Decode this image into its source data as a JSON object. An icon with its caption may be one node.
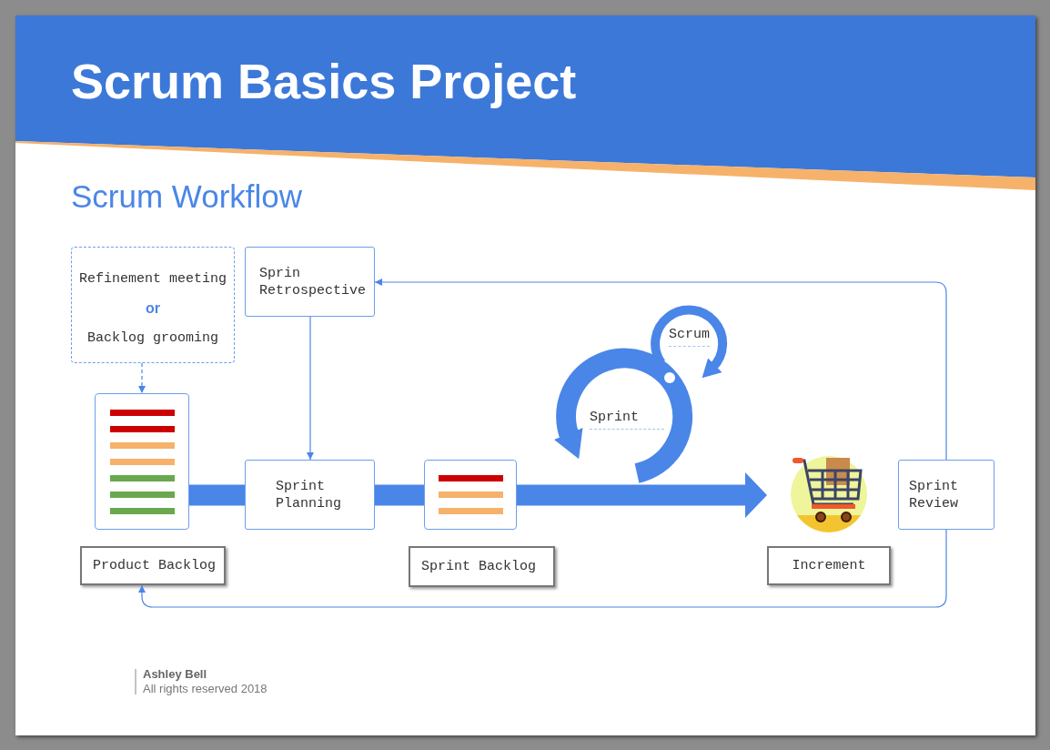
{
  "diagram": {
    "title": "Scrum Basics Project",
    "nodes": [
      {
        "text": [
          "Refinement meeting",
          "or",
          "Backlog grooming"
        ]
      },
      {
        "text": [
          "Sprin Retrospective"
        ]
      },
      {
        "text": [
          "Product Backlog"
        ]
      },
      {
        "text": [
          "Sprint Planning"
        ]
      },
      {
        "text": [
          "Sprint Backlog"
        ]
      },
      {
        "text": [
          "Increment"
        ]
      },
      {
        "text": [
          "Sprint Review"
        ]
      }
    ],
    "edges": [
      {
        "from": 0,
        "to": 2,
        "arrow": "to",
        "style": "dashed"
      },
      {
        "from": 1,
        "to": 3,
        "arrow": "to"
      },
      {
        "from": 2,
        "to": 3,
        "arrow": "none",
        "style": "thick"
      },
      {
        "from": 3,
        "to": 4,
        "arrow": "none",
        "style": "thick"
      },
      {
        "from": 4,
        "to": 5,
        "arrow": "to",
        "style": "thick"
      },
      {
        "from": 6,
        "to": 1,
        "arrow": "to"
      },
      {
        "from": 6,
        "to": 2,
        "arrow": "to"
      }
    ],
    "labels": [
      "Scrum Workflow",
      "Scrum",
      "Sprint",
      "Ashley Bell",
      "All rights reserved 2018"
    ]
  }
}
